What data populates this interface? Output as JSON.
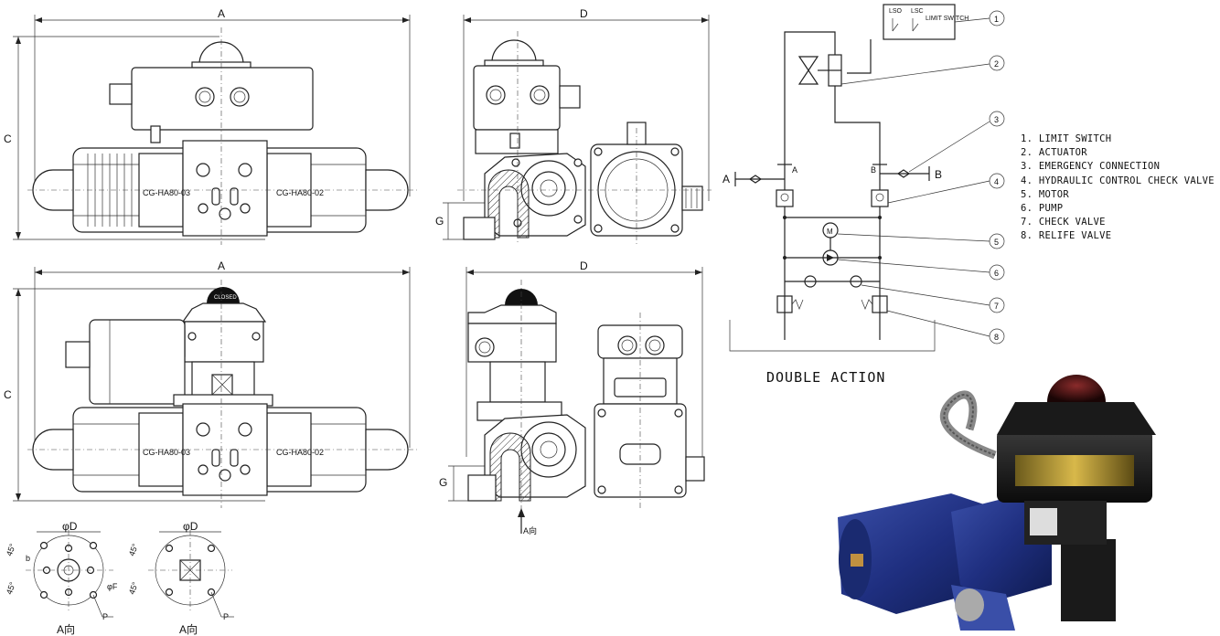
{
  "dims": {
    "A": "A",
    "D": "D",
    "C": "C",
    "G": "G",
    "phiD": "φD",
    "phiF": "φF",
    "b": "b",
    "P": "P",
    "angle": "45°",
    "a_dir": "A向",
    "a_dir_arrow": "A向"
  },
  "body_labels": {
    "closed": "CLOSED",
    "model_left": "CG-HA80-03",
    "model_right": "CG-HA80-02"
  },
  "schematic": {
    "lso": "LSO",
    "lsc": "LSC",
    "limit_switch": "LIMIT SWITCH",
    "port_a": "A",
    "port_b": "B",
    "motor": "M",
    "callouts": [
      "1",
      "2",
      "3",
      "4",
      "5",
      "6",
      "7",
      "8"
    ]
  },
  "legend": [
    "1. LIMIT SWITCH",
    "2. ACTUATOR",
    "3. EMERGENCY CONNECTION",
    "4. HYDRAULIC CONTROL CHECK VALVE",
    "5. MOTOR",
    "6. PUMP",
    "7. CHECK VALVE",
    "8. RELIFE VALVE"
  ],
  "title": "DOUBLE ACTION"
}
